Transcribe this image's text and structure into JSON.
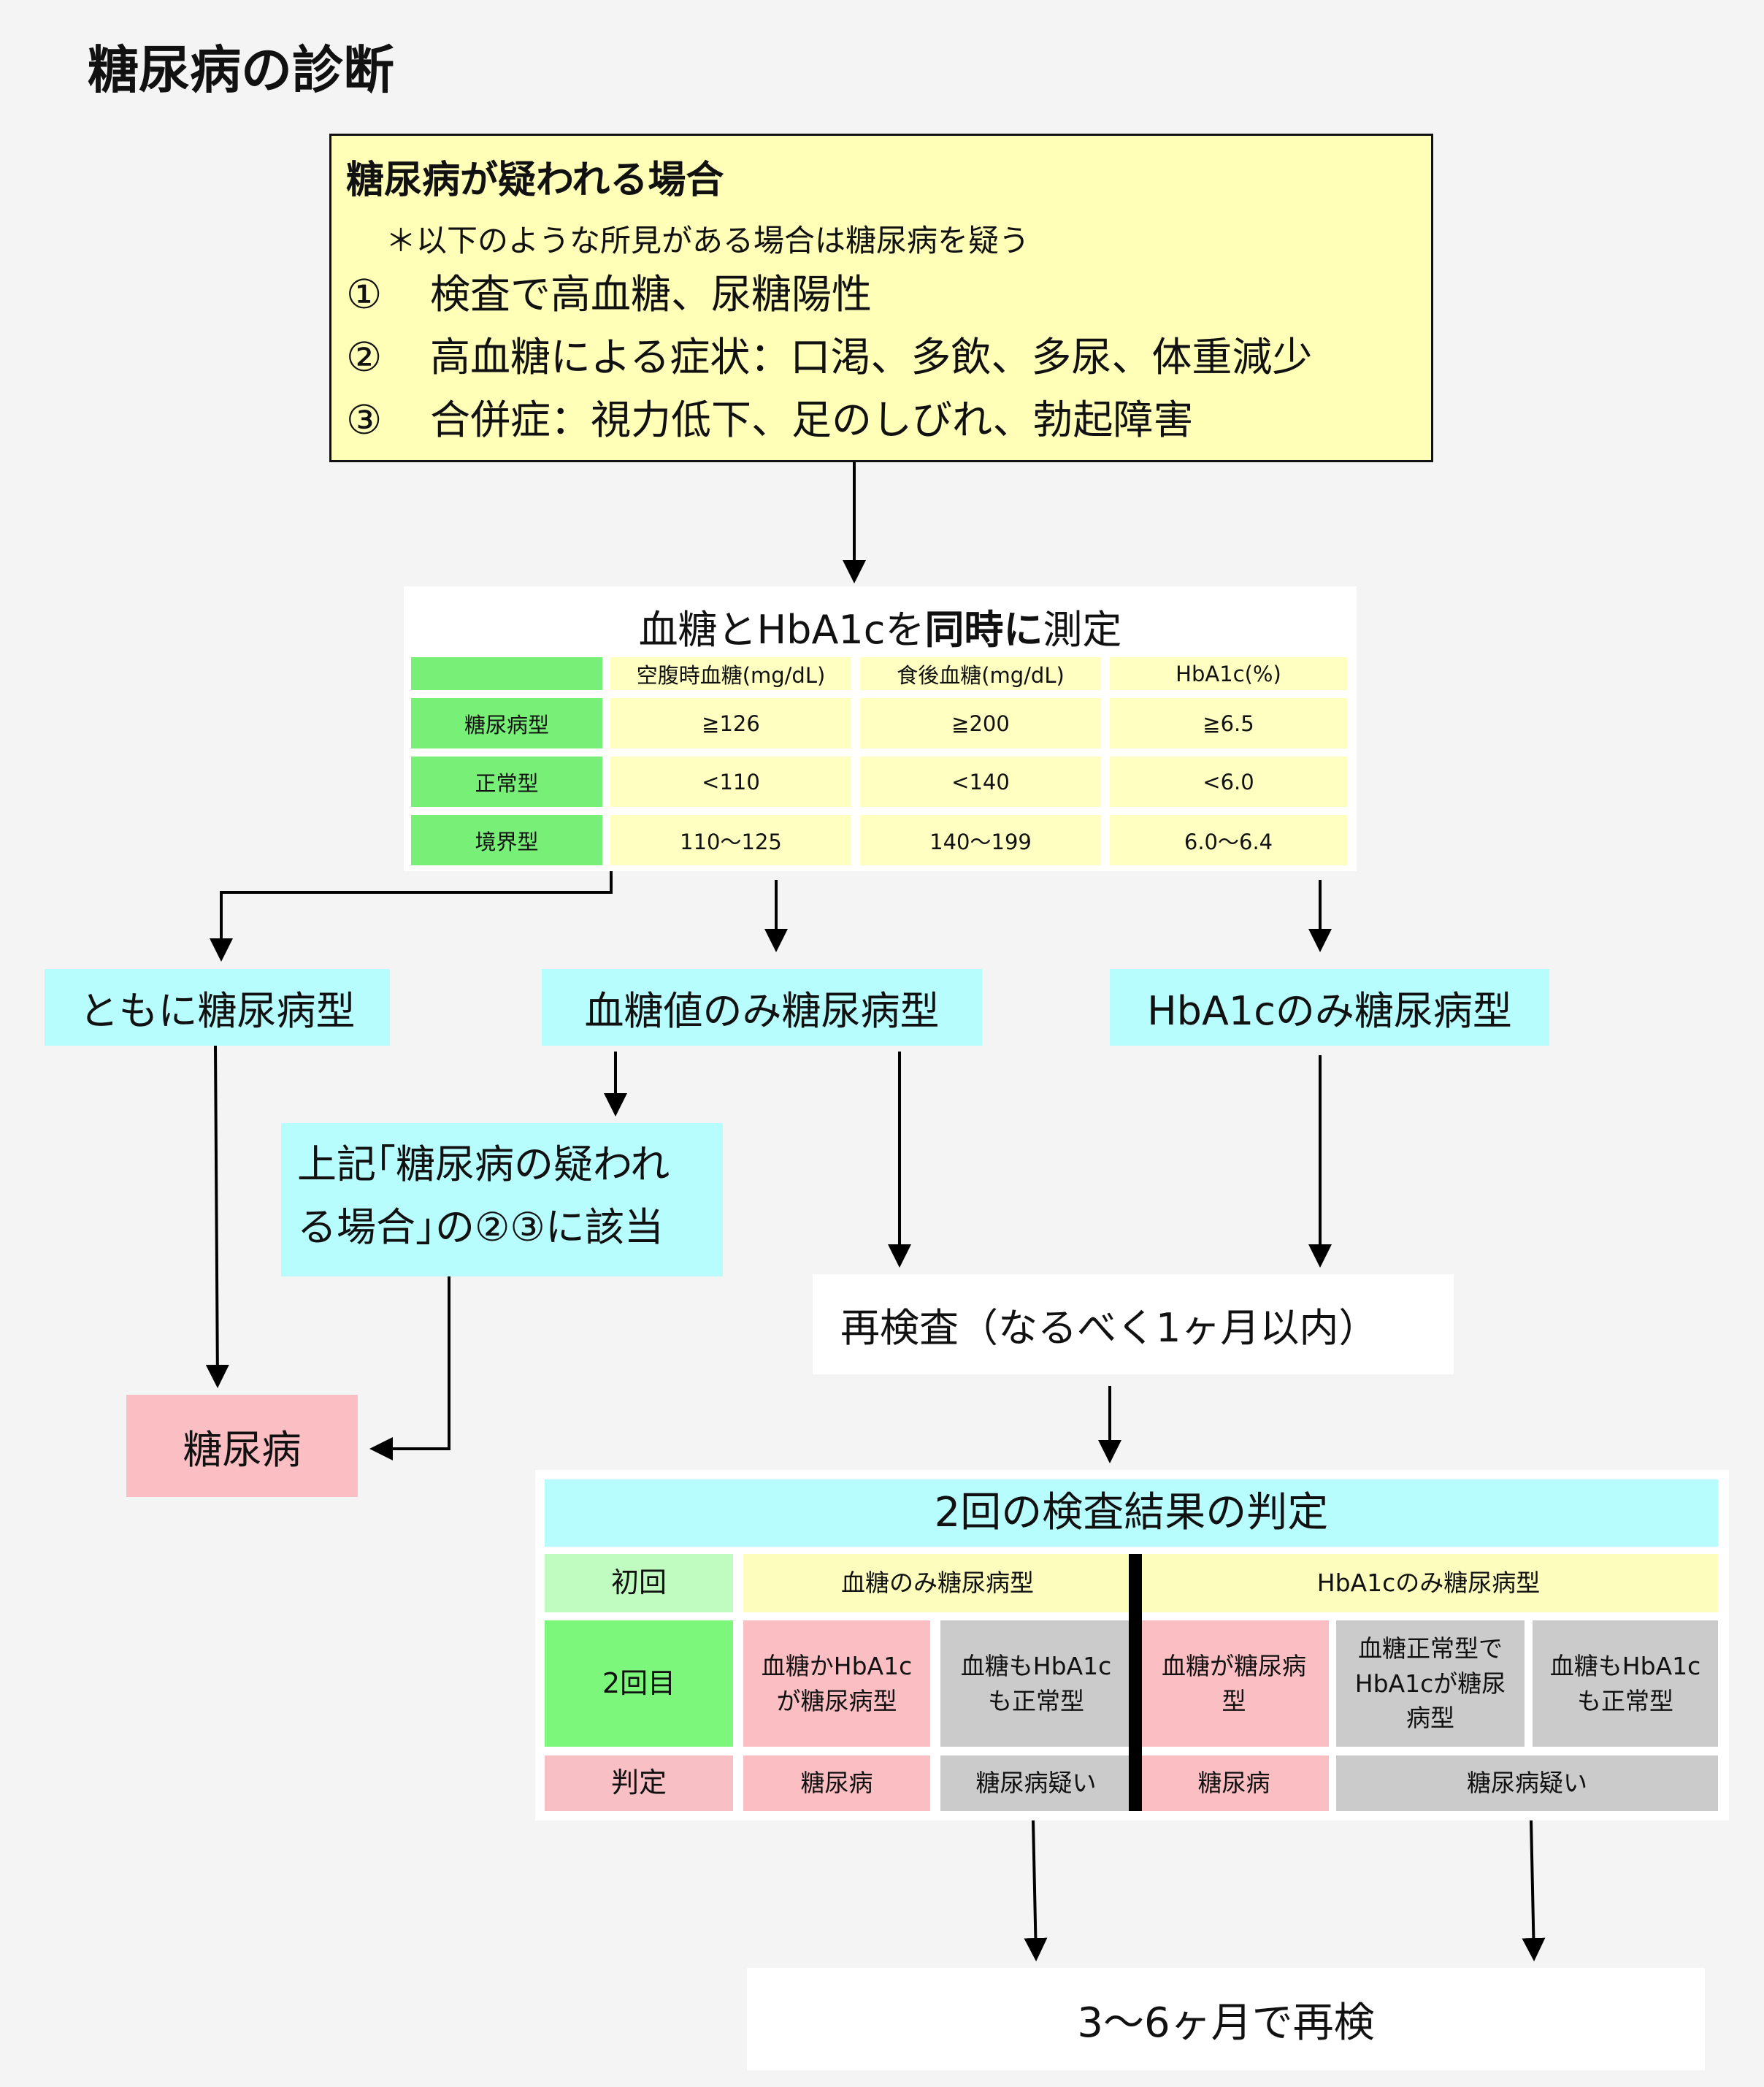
{
  "page_title": "糖尿病の診断",
  "suspect": {
    "heading": "糖尿病が疑われる場合",
    "note": "＊以下のような所見がある場合は糖尿病を疑う",
    "items": [
      {
        "num": "①",
        "text": "検査で高血糖、尿糖陽性"
      },
      {
        "num": "②",
        "text": "高血糖による症状：口渇、多飲、多尿、体重減少"
      },
      {
        "num": "③",
        "text": "合併症：視力低下、足のしびれ、勃起障害"
      }
    ]
  },
  "measure": {
    "title_pre": "血糖とHbA1cを",
    "title_bold": "同時に",
    "title_post": "測定",
    "columns": [
      "",
      "空腹時血糖(mg/dL)",
      "食後血糖(mg/dL)",
      "HbA1c(%)"
    ],
    "rows": [
      {
        "label": "糖尿病型",
        "values": [
          "≧126",
          "≧200",
          "≧6.5"
        ]
      },
      {
        "label": "正常型",
        "values": [
          "<110",
          "<140",
          "<6.0"
        ]
      },
      {
        "label": "境界型",
        "values": [
          "110〜125",
          "140〜199",
          "6.0〜6.4"
        ]
      }
    ]
  },
  "outcomes": {
    "both": "ともに糖尿病型",
    "glucose_only": "血糖値のみ糖尿病型",
    "hba1c_only": "HbA1cのみ糖尿病型",
    "condition_line1": "上記｢糖尿病の疑われ",
    "condition_line2": "る場合｣の②③に該当",
    "diabetes": "糖尿病",
    "retest": "再検査（なるべく1ヶ月以内）"
  },
  "judgement": {
    "title": "2回の検査結果の判定",
    "first_label": "初回",
    "first_glucose": "血糖のみ糖尿病型",
    "first_hba1c": "HbA1cのみ糖尿病型",
    "second_label": "2回目",
    "second_cells": [
      {
        "l1": "血糖かHbA1c",
        "l2": "が糖尿病型",
        "l3": ""
      },
      {
        "l1": "血糖もHbA1c",
        "l2": "も正常型",
        "l3": ""
      },
      {
        "l1": "血糖が糖尿病",
        "l2": "型",
        "l3": ""
      },
      {
        "l1": "血糖正常型で",
        "l2": "HbA1cが糖尿",
        "l3": "病型"
      },
      {
        "l1": "血糖もHbA1c",
        "l2": "も正常型",
        "l3": ""
      }
    ],
    "verdict_label": "判定",
    "verdicts": [
      "糖尿病",
      "糖尿病疑い",
      "糖尿病",
      "糖尿病疑い"
    ]
  },
  "final": "3〜6ヶ月で再検"
}
